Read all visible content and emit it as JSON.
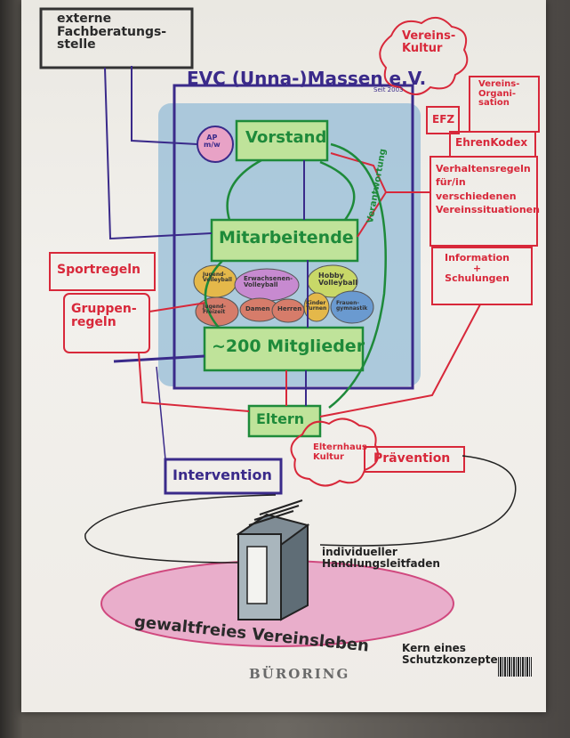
{
  "chart": {
    "title": "EVC (Unna-)Massen e.V.",
    "note": "Seit 2003",
    "brand": "BÜRORING",
    "colors": {
      "purple": "#3a2a8a",
      "red": "#d8283a",
      "green": "#1e8a3a",
      "green_fill": "#bfe39a",
      "blue_fill": "#8fb9d6",
      "pink_fill": "#e8a2c6"
    },
    "boxes": {
      "extern": "externe\nFachberatungs-\nstelle",
      "vereinskultur": "Vereins-\nKultur",
      "vereinsorg": "Vereins-\nOrgani-\nsation",
      "efz": "EFZ",
      "ehrenkodex": "EhrenKodex",
      "verhalten": "Verhaltensregeln\nfür/in\nverschiedenen\nVereinssituationen",
      "info": "Information\n+\nSchulungen",
      "vorstand": "Vorstand",
      "ap": "AP\nm/w",
      "mitarbeitende": "Mitarbeitende",
      "sportregeln": "Sportregeln",
      "gruppenregeln": "Gruppen-\nregeln",
      "mitglieder": "~200 Mitglieder",
      "eltern": "Eltern",
      "elternhauskultur": "Elternhaus-\nKultur",
      "praevention": "Prävention",
      "intervention": "Intervention",
      "verantwortung": "Verantwortung",
      "handlung": "individueller\nHandlungsleitfaden",
      "gewaltfrei": "gewaltfreies Vereinsleben",
      "kern": "Kern eines\nSchutzkonzeptes"
    },
    "groups": [
      "Jugend-\nVolleyball",
      "Erwachsenen-\nVolleyball",
      "Hobby\nVolleyball",
      "Jugend-\nFreizeit",
      "Damen",
      "Herren",
      "Kinder\nTurnen",
      "Frauen-\ngymnastik"
    ]
  }
}
